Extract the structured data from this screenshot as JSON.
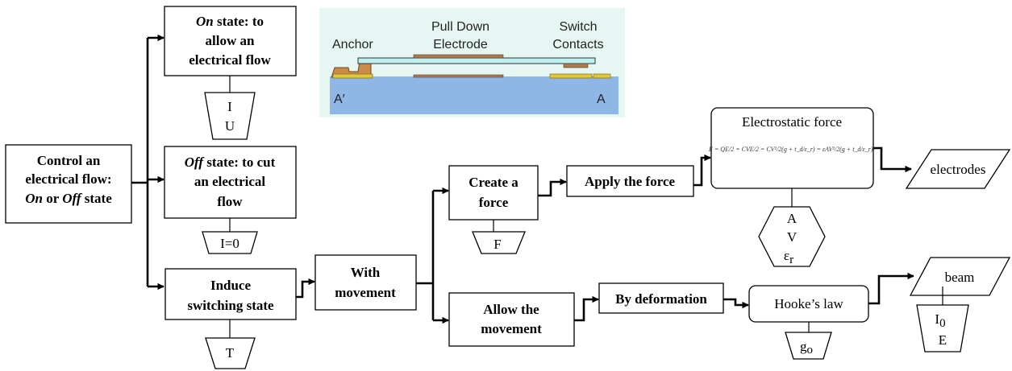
{
  "schematic": {
    "anchor_label": "Anchor",
    "electrode_label_1": "Pull Down",
    "electrode_label_2": "Electrode",
    "contacts_label_1": "Switch",
    "contacts_label_2": "Contacts",
    "left_label": "A′",
    "right_label": "A",
    "colors": {
      "background": "#e6f7f3",
      "substrate": "#8fb7e6",
      "beam": "#bdf0ef",
      "electrode": "#b07a50",
      "contact": "#e3c73a"
    }
  },
  "root": {
    "line1": "Control an",
    "line2": "electrical flow:",
    "line3_a": "On",
    "line3_b": " or ",
    "line3_c": "Off",
    "line3_d": " state"
  },
  "on_state": {
    "line1_a": "On",
    "line1_b": " state: to",
    "line2": "allow an",
    "line3": "electrical flow",
    "param_1": "I",
    "param_2": "U"
  },
  "off_state": {
    "line1_a": "Off",
    "line1_b": " state: to cut",
    "line2": "an electrical",
    "line3": "flow",
    "param": "I=0"
  },
  "induce": {
    "line1": "Induce",
    "line2": "switching state",
    "param": "T"
  },
  "movement": {
    "line1": "With",
    "line2": "movement"
  },
  "create_force": {
    "line1": "Create a",
    "line2": "force",
    "param": "F"
  },
  "apply_force": {
    "label": "Apply the force"
  },
  "electrostatic": {
    "title": "Electrostatic force",
    "formula": "F = QE/2 = CVE/2 = CV²/2(g + t_d/ε_r) = εAV²/2(g + t_d/ε_r)²",
    "param_1": "A",
    "param_2": "V",
    "param_3": "ε",
    "param_3_sub": "r"
  },
  "electrodes": {
    "label": "electrodes"
  },
  "allow_movement": {
    "line1": "Allow the",
    "line2": "movement"
  },
  "deformation": {
    "label": "By deformation"
  },
  "hooke": {
    "label": "Hooke’s law",
    "param": "g",
    "param_sub": "o"
  },
  "beam": {
    "label": "beam",
    "param_1": "I",
    "param_1_sub": "0",
    "param_2": "E"
  }
}
